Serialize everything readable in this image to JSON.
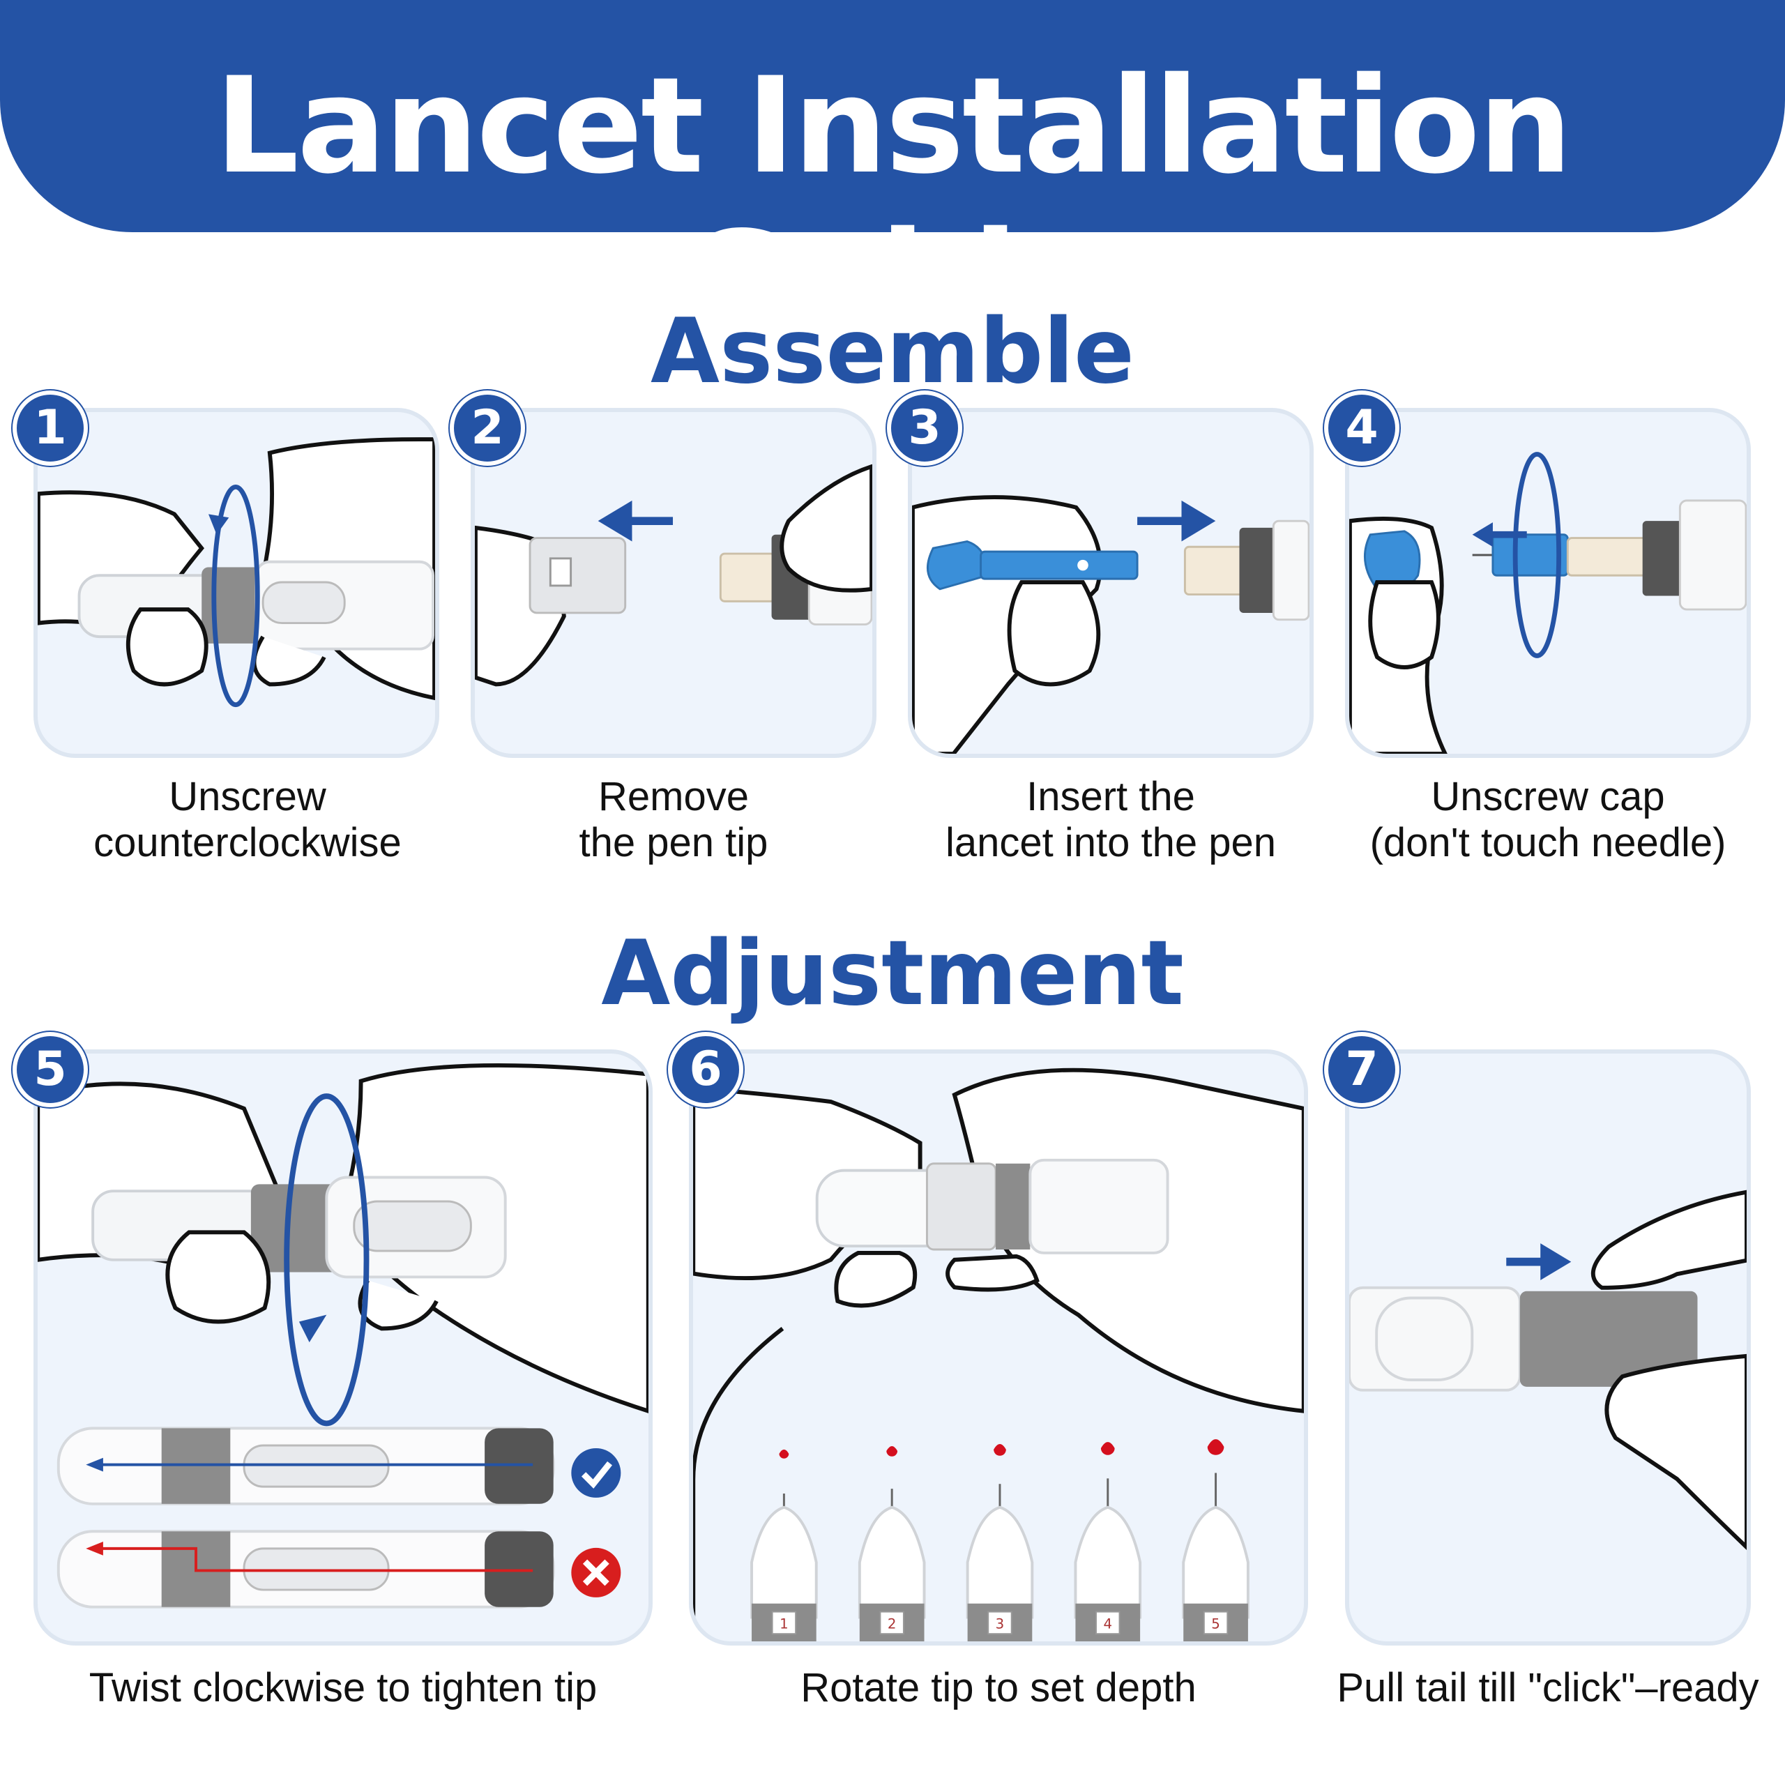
{
  "title": "Lancet Installation Guide",
  "sections": {
    "assemble": "Assemble",
    "adjustment": "Adjustment"
  },
  "steps": [
    {
      "number": "1",
      "caption_line1": "Unscrew",
      "caption_line2": "counterclockwise"
    },
    {
      "number": "2",
      "caption_line1": "Remove",
      "caption_line2": "the pen tip"
    },
    {
      "number": "3",
      "caption_line1": "Insert the",
      "caption_line2": "lancet into the pen"
    },
    {
      "number": "4",
      "caption_line1": "Unscrew cap",
      "caption_line2": "(don't touch needle)"
    },
    {
      "number": "5",
      "caption": "Twist clockwise to tighten tip"
    },
    {
      "number": "6",
      "caption": "Rotate tip to set depth"
    },
    {
      "number": "7",
      "caption": "Pull tail till \"click\"–ready"
    }
  ],
  "depth_levels": [
    "1",
    "2",
    "3",
    "4",
    "5"
  ],
  "colors": {
    "brand_blue": "#2453a5",
    "panel_bg": "#eef4fc",
    "lancet_blue": "#3a8fd9",
    "ok_blue": "#2453a5",
    "error_red": "#d81e1e",
    "blood_red": "#d40f1e"
  },
  "icons": {
    "correct": "check-circle-icon",
    "incorrect": "x-circle-icon"
  }
}
